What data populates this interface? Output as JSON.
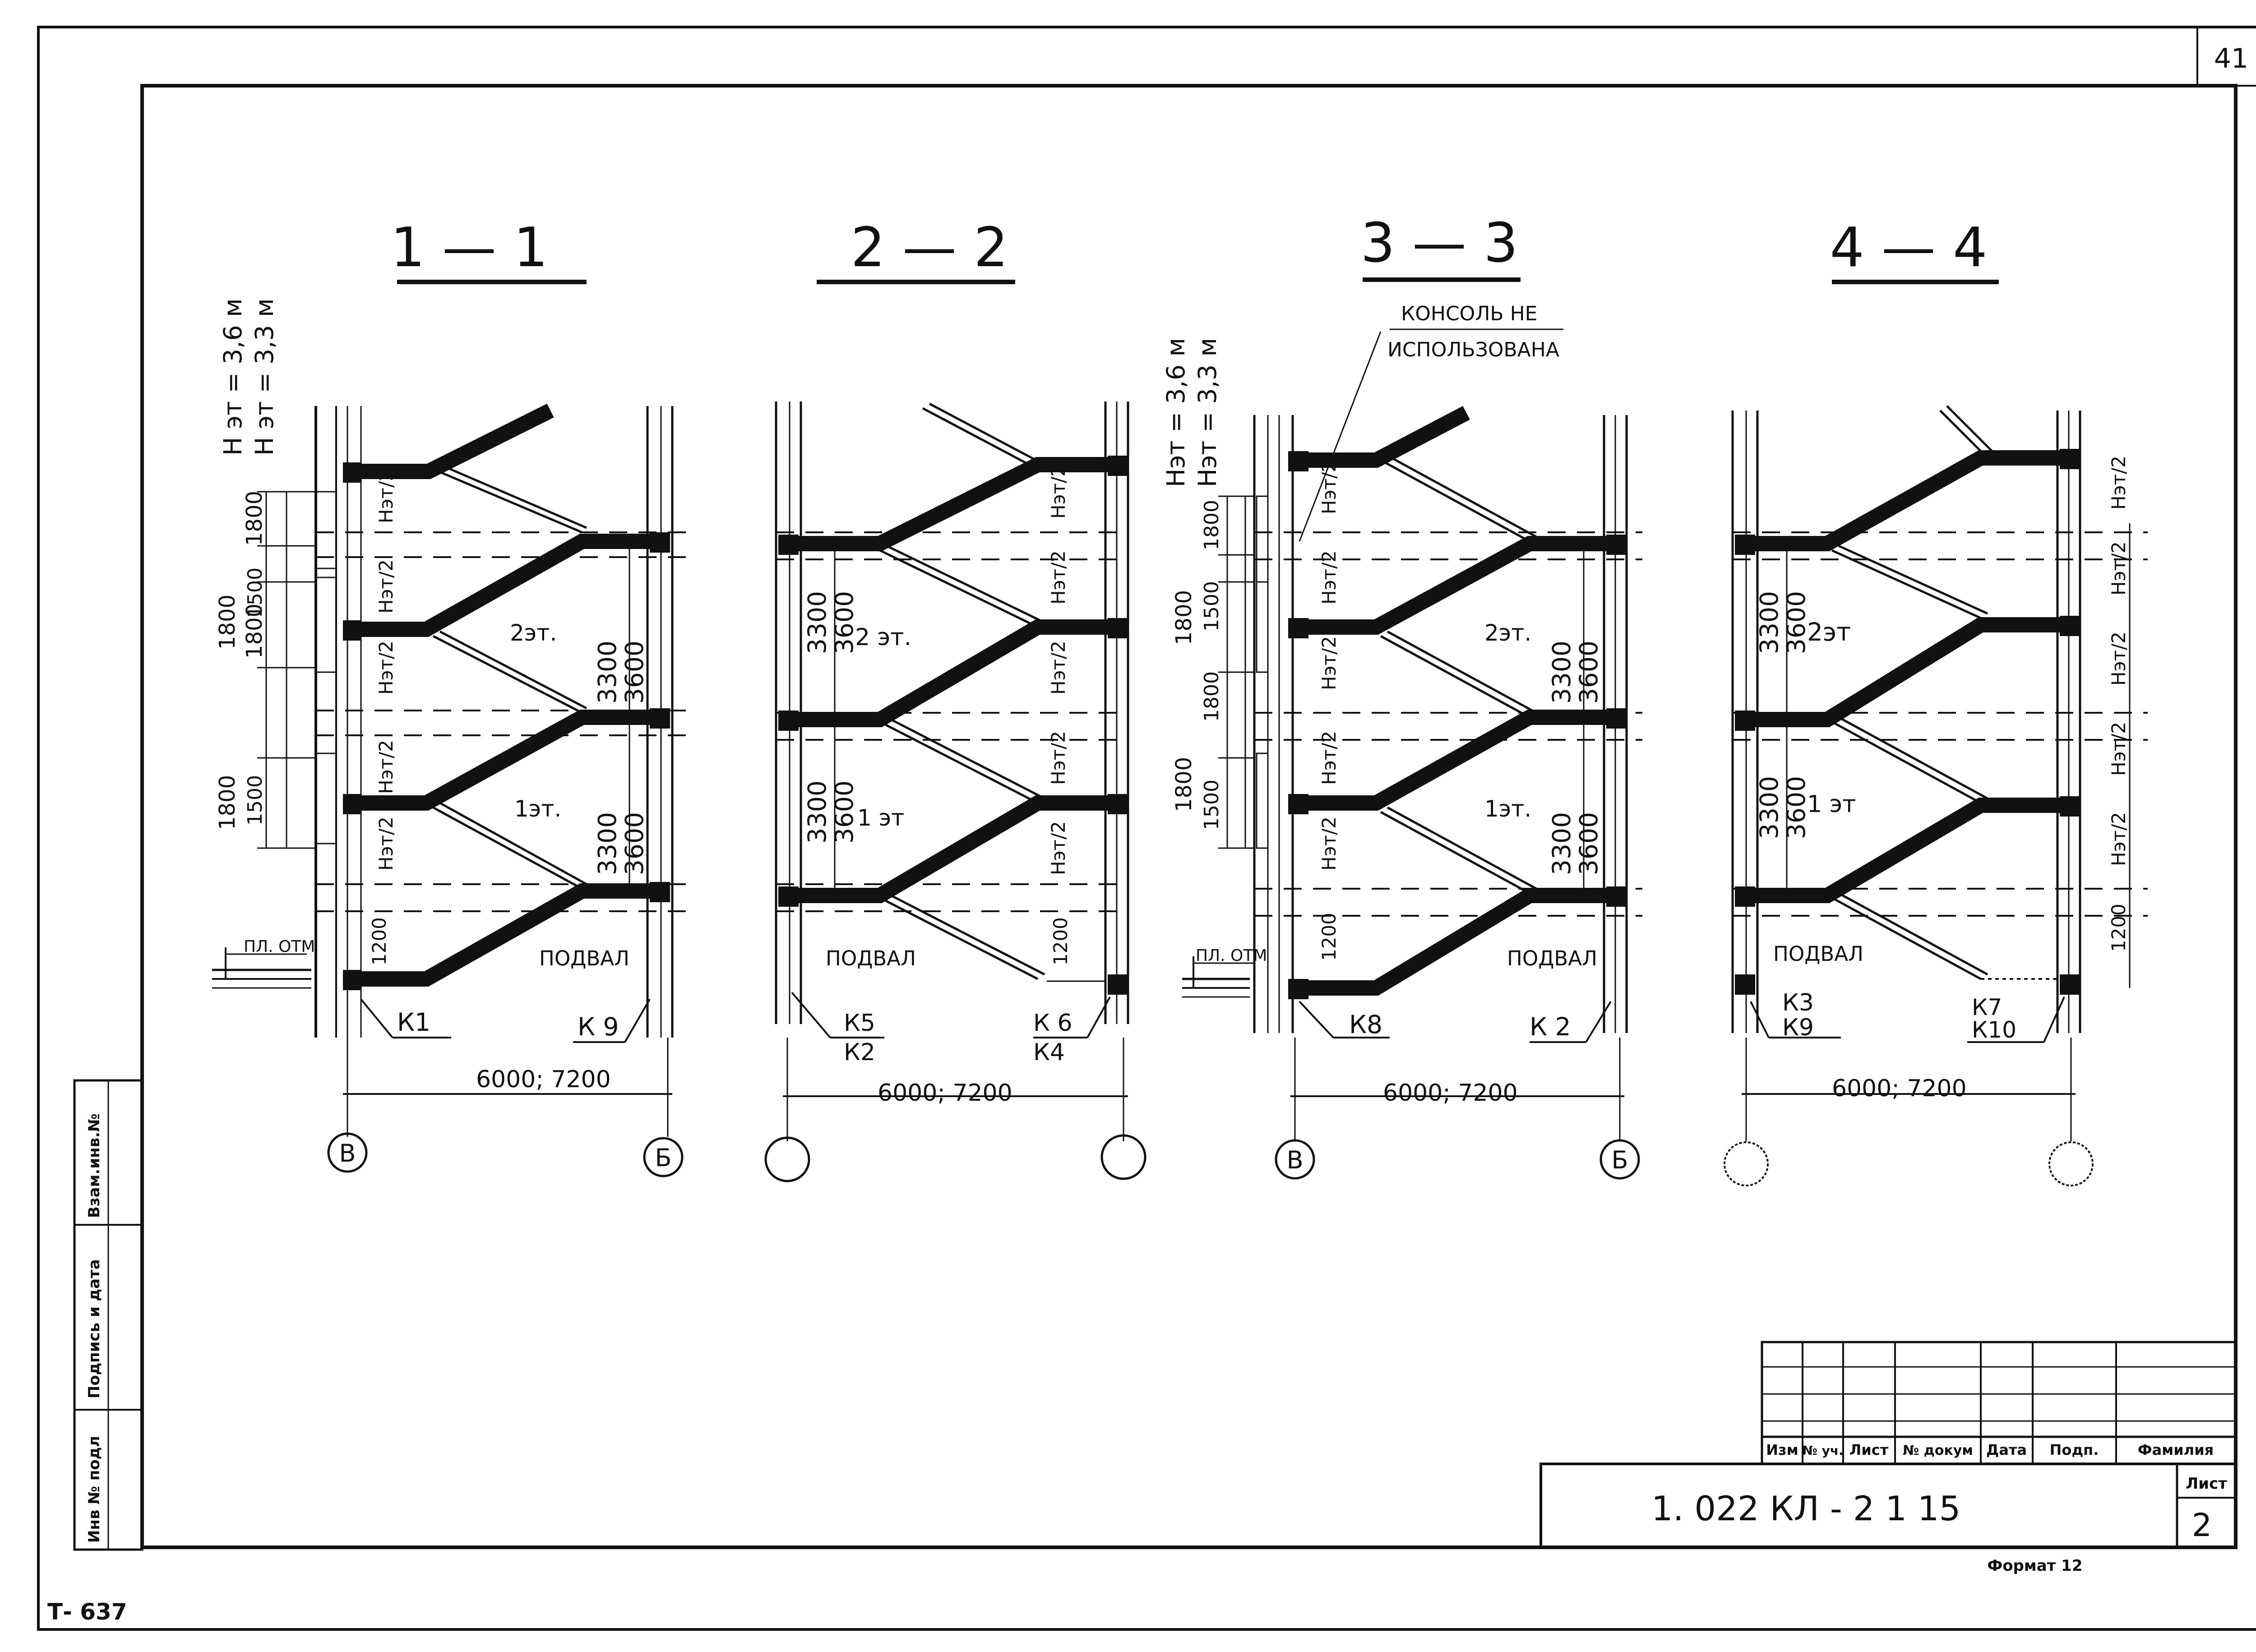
{
  "sheet_number_top": "41",
  "sections": [
    {
      "title": "1 — 1",
      "height_notes": [
        "Н эт = 3,6 м",
        "Н эт = 3,3 м"
      ],
      "left_dims": [
        "1800",
        "1800",
        "1800",
        "1500",
        "1800",
        "1500"
      ],
      "half_labels": [
        "Нэт/2",
        "Нэт/2",
        "Нэт/2",
        "Нэт/2",
        "Нэт/2"
      ],
      "floor_dims": [
        [
          "3300",
          "3600"
        ],
        [
          "3300",
          "3600"
        ]
      ],
      "floors": [
        "2эт.",
        "1эт."
      ],
      "basement": "ПОДВАЛ",
      "bottom_dim": "1200",
      "ground_label": "ПЛ. ОТМ",
      "left_marks": [
        "К1"
      ],
      "right_marks": [
        "К 9"
      ],
      "span": "6000; 7200",
      "axes": [
        "В",
        "Б"
      ]
    },
    {
      "title": "2 — 2",
      "half_labels": [
        "Нэт/2",
        "Нэт/2",
        "Нэт/2",
        "Нэт/2",
        "Нэт/2"
      ],
      "floor_dims": [
        [
          "3300",
          "3600"
        ],
        [
          "3300",
          "3600"
        ]
      ],
      "floors": [
        "2 эт.",
        "1 эт"
      ],
      "basement": "ПОДВАЛ",
      "bottom_dim": "1200",
      "left_marks": [
        "К5",
        "К2"
      ],
      "right_marks": [
        "К 6",
        "К4"
      ],
      "span": "6000; 7200",
      "axes": [
        "",
        ""
      ]
    },
    {
      "title": "3 — 3",
      "note_lines": [
        "КОНСОЛЬ НЕ",
        "ИСПОЛЬЗОВАНА"
      ],
      "height_notes": [
        "Нэт = 3,6 м",
        "Нэт = 3,3 м"
      ],
      "left_dims": [
        "1800",
        "1800",
        "1800",
        "1500",
        "1800",
        "1500"
      ],
      "half_labels": [
        "Нэт/2",
        "Нэт/2",
        "Нэт/2",
        "Нэт/2",
        "Нэт/2"
      ],
      "floor_dims": [
        [
          "3300",
          "3600"
        ],
        [
          "3300",
          "3600"
        ]
      ],
      "floors": [
        "2эт.",
        "1эт."
      ],
      "basement": "ПОДВАЛ",
      "bottom_dim": "1200",
      "ground_label": "ПЛ. ОТМ",
      "left_marks": [
        "К8"
      ],
      "right_marks": [
        "К 2"
      ],
      "span": "6000; 7200",
      "axes": [
        "В",
        "Б"
      ]
    },
    {
      "title": "4 — 4",
      "half_labels": [
        "Нэт/2",
        "Нэт/2",
        "Нэт/2",
        "Нэт/2",
        "Нэт/2"
      ],
      "floor_dims": [
        [
          "3300",
          "3600"
        ],
        [
          "3300",
          "3600"
        ]
      ],
      "floors": [
        "2эт",
        "1 эт"
      ],
      "basement": "ПОДВАЛ",
      "bottom_dim": "1200",
      "left_marks": [
        "К3",
        "К9"
      ],
      "right_marks": [
        "К7",
        "К10"
      ],
      "span": "6000; 7200",
      "axes": [
        "",
        ""
      ]
    }
  ],
  "side_stamp": [
    "Инв № подл",
    "Подпись и дата",
    "Взам.инв.№"
  ],
  "title_block": {
    "headers": [
      "Изм",
      "№ уч.",
      "Лист",
      "№ докум",
      "Дата",
      "Подп.",
      "Фамилия"
    ],
    "doc_code": "1. 022  КЛ - 2     1              15",
    "sheet_label": "Лист",
    "sheet_value": "2",
    "format": "Формат 12"
  },
  "corner_code": "Т- 637"
}
